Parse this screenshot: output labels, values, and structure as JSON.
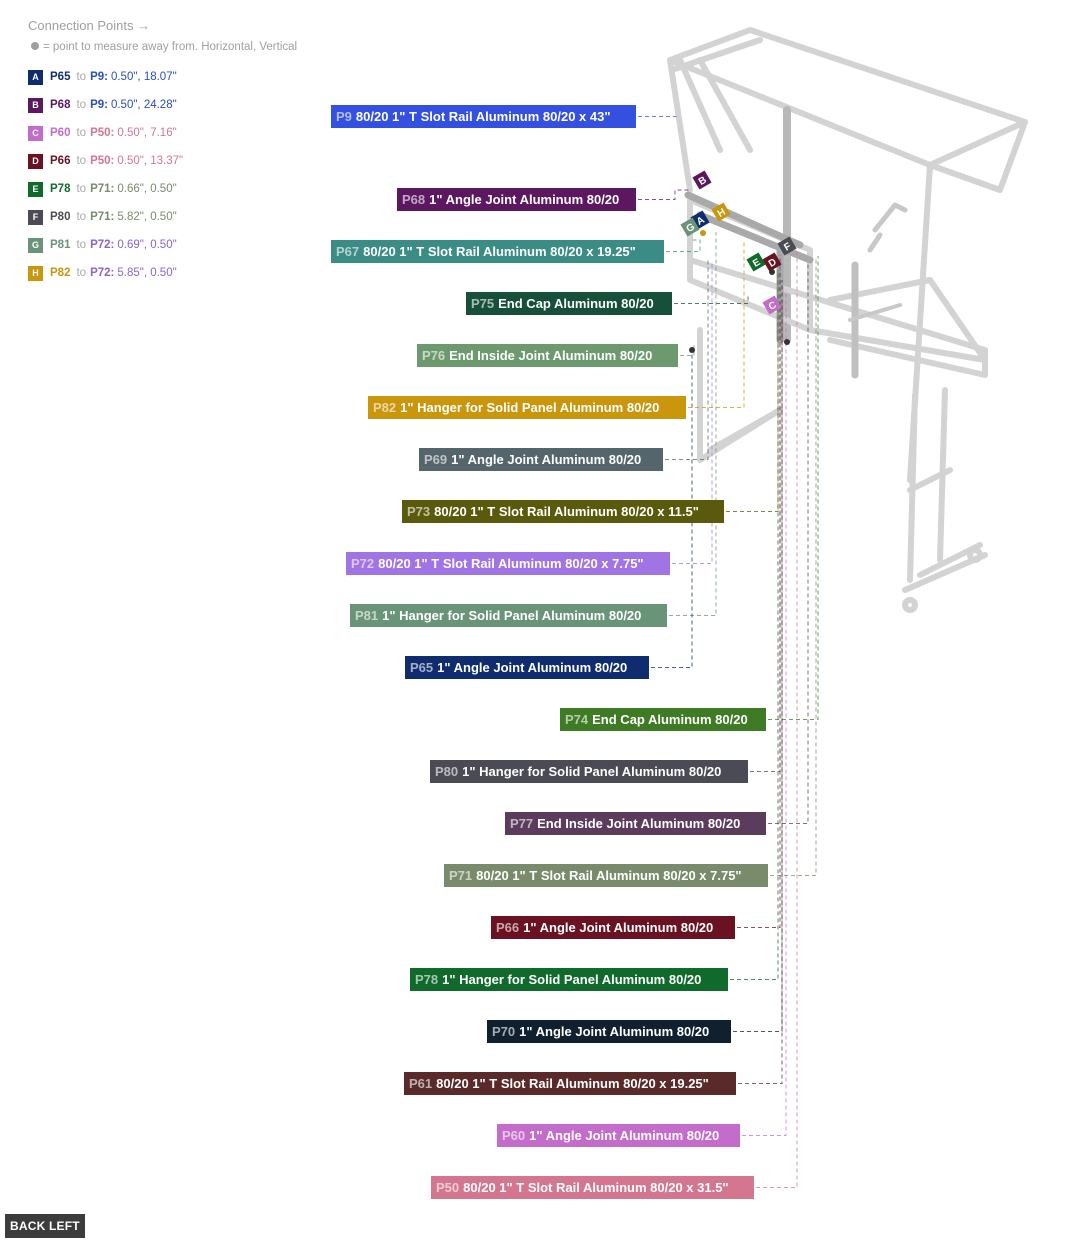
{
  "legend": {
    "title": "Connection Points →",
    "note": "= point to measure away from. Horizontal, Vertical",
    "to_word": "to",
    "items": [
      {
        "letter": "A",
        "from": "P65",
        "to": "P9:",
        "coords": "0.50\", 18.07\"",
        "color": "#0f2c6e",
        "text_color": "#2a4fbf"
      },
      {
        "letter": "B",
        "from": "P68",
        "to": "P9:",
        "coords": "0.50\", 24.28\"",
        "color": "#5c1760",
        "text_color": "#2a4fbf"
      },
      {
        "letter": "C",
        "from": "P60",
        "to": "P50:",
        "coords": "0.50\", 7.16\"",
        "color": "#c46ccb",
        "text_color": "#d4768f"
      },
      {
        "letter": "D",
        "from": "P66",
        "to": "P50:",
        "coords": "0.50\", 13.37\"",
        "color": "#6a1222",
        "text_color": "#d4768f"
      },
      {
        "letter": "E",
        "from": "P78",
        "to": "P71:",
        "coords": "0.66\", 0.50\"",
        "color": "#0f6a2c",
        "text_color": "#7a8b6b"
      },
      {
        "letter": "F",
        "from": "P80",
        "to": "P71:",
        "coords": "5.82\", 0.50\"",
        "color": "#4b4b55",
        "text_color": "#7a8b6b"
      },
      {
        "letter": "G",
        "from": "P81",
        "to": "P72:",
        "coords": "0.69\", 0.50\"",
        "color": "#6a9478",
        "text_color": "#8a63d2"
      },
      {
        "letter": "H",
        "from": "P82",
        "to": "P72:",
        "coords": "5.85\", 0.50\"",
        "color": "#c9960c",
        "text_color": "#8a63d2"
      }
    ]
  },
  "parts": [
    {
      "id": "P9",
      "name": "80/20 1\" T Slot Rail Aluminum 80/20 x 43\"",
      "color": "#3350e0"
    },
    {
      "id": "P68",
      "name": "1\" Angle Joint Aluminum 80/20",
      "color": "#5c1760"
    },
    {
      "id": "P67",
      "name": "80/20 1\" T Slot Rail Aluminum 80/20 x 19.25\"",
      "color": "#3a8c84"
    },
    {
      "id": "P75",
      "name": "End Cap Aluminum 80/20",
      "color": "#17503a"
    },
    {
      "id": "P76",
      "name": "End Inside Joint  Aluminum 80/20",
      "color": "#6c9a6e"
    },
    {
      "id": "P82",
      "name": "1\" Hanger for Solid Panel Aluminum 80/20",
      "color": "#c9960c"
    },
    {
      "id": "P69",
      "name": "1\" Angle Joint Aluminum 80/20",
      "color": "#54656b"
    },
    {
      "id": "P73",
      "name": "80/20 1\" T Slot Rail Aluminum 80/20 x 11.5\"",
      "color": "#5a5a0c"
    },
    {
      "id": "P72",
      "name": "80/20 1\" T Slot Rail Aluminum 80/20 x 7.75\"",
      "color": "#a074e4"
    },
    {
      "id": "P81",
      "name": "1\" Hanger for Solid Panel Aluminum 80/20",
      "color": "#6a9478"
    },
    {
      "id": "P65",
      "name": "1\" Angle Joint Aluminum 80/20",
      "color": "#0f2c6e"
    },
    {
      "id": "P74",
      "name": "End Cap Aluminum 80/20",
      "color": "#3f7a24"
    },
    {
      "id": "P80",
      "name": "1\" Hanger for Solid Panel Aluminum 80/20",
      "color": "#4b4b55"
    },
    {
      "id": "P77",
      "name": "End Inside Joint  Aluminum 80/20",
      "color": "#5c3c5c"
    },
    {
      "id": "P71",
      "name": "80/20 1\" T Slot Rail Aluminum 80/20 x 7.75\"",
      "color": "#7a8b6b"
    },
    {
      "id": "P66",
      "name": "1\" Angle Joint Aluminum 80/20",
      "color": "#6a1222"
    },
    {
      "id": "P78",
      "name": "1\" Hanger for Solid Panel Aluminum 80/20",
      "color": "#0f6a2c"
    },
    {
      "id": "P70",
      "name": "1\" Angle Joint Aluminum 80/20",
      "color": "#10202f"
    },
    {
      "id": "P61",
      "name": "80/20 1\" T Slot Rail Aluminum 80/20 x 19.25\"",
      "color": "#5a2a2a"
    },
    {
      "id": "P60",
      "name": "1\" Angle Joint Aluminum 80/20",
      "color": "#c46ccb"
    },
    {
      "id": "P50",
      "name": "80/20 1\" T Slot Rail Aluminum 80/20 x 31.5\"",
      "color": "#d4768f"
    }
  ],
  "back_button": "BACK LEFT"
}
